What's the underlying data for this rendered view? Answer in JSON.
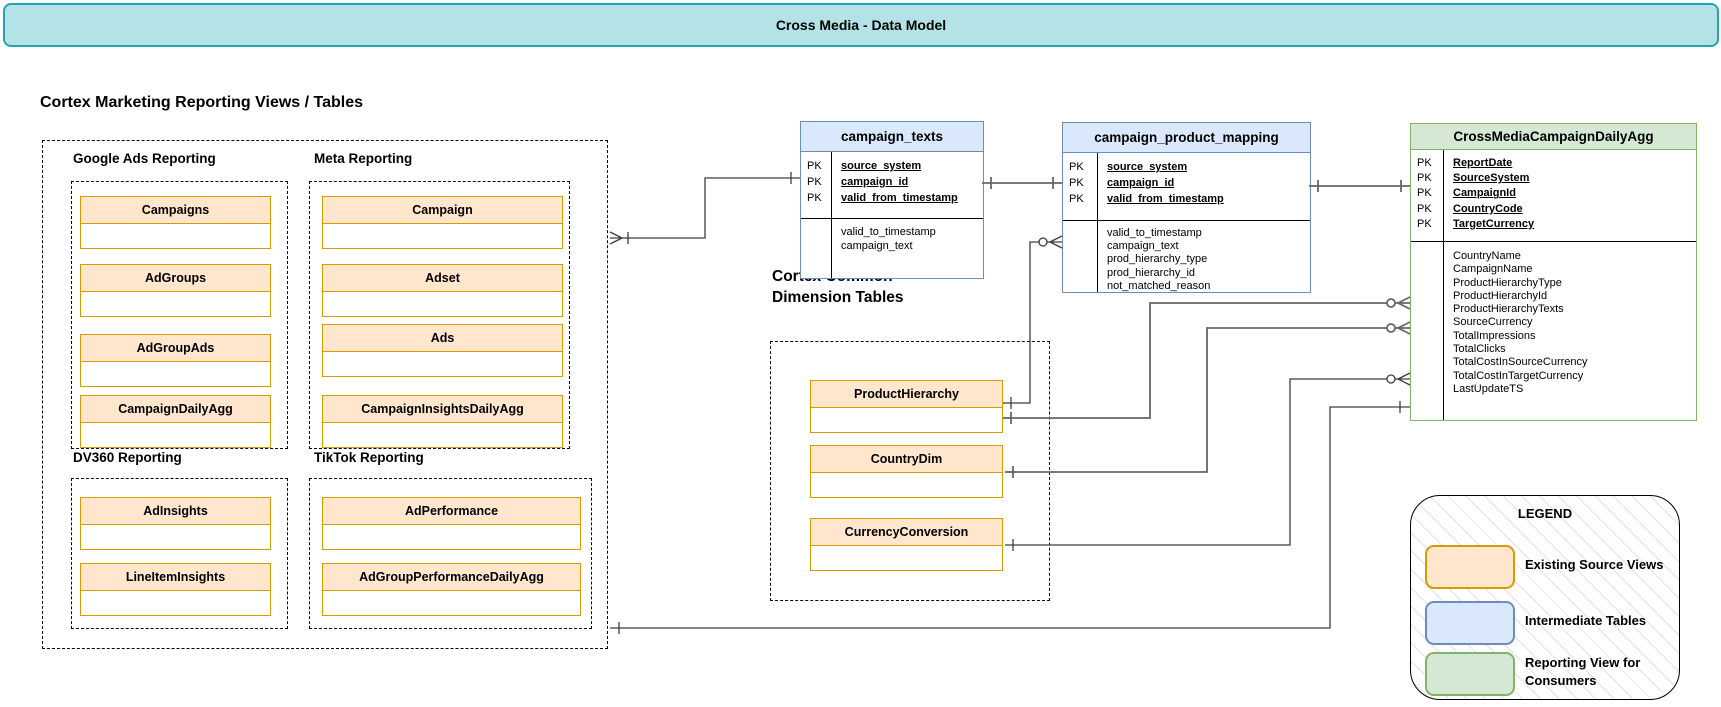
{
  "title_bar": {
    "title": "Cross Media - Data Model"
  },
  "headings": {
    "marketing": "Cortex Marketing Reporting Views / Tables",
    "dimension": "Cortex Common Dimension Tables"
  },
  "labels": {
    "pk": "PK"
  },
  "source_groups": [
    {
      "label": "Google Ads Reporting",
      "tables": [
        "Campaigns",
        "AdGroups",
        "AdGroupAds",
        "CampaignDailyAgg"
      ]
    },
    {
      "label": "Meta Reporting",
      "tables": [
        "Campaign",
        "Adset",
        "Ads",
        "CampaignInsightsDailyAgg"
      ]
    },
    {
      "label": "DV360 Reporting",
      "tables": [
        "AdInsights",
        "LineItemInsights"
      ]
    },
    {
      "label": "TikTok Reporting",
      "tables": [
        "AdPerformance",
        "AdGroupPerformanceDailyAgg"
      ]
    }
  ],
  "dimension_tables": [
    "ProductHierarchy",
    "CountryDim",
    "CurrencyConversion"
  ],
  "er_tables": {
    "campaign_texts": {
      "name": "campaign_texts",
      "pk_fields": [
        "source_system",
        "campaign_id",
        "valid_from_timestamp"
      ],
      "fields": [
        "valid_to_timestamp",
        "campaign_text"
      ]
    },
    "campaign_product_mapping": {
      "name": "campaign_product_mapping",
      "pk_fields": [
        "source_system",
        "campaign_id",
        "valid_from_timestamp"
      ],
      "fields": [
        "valid_to_timestamp",
        "campaign_text",
        "prod_hierarchy_type",
        "prod_hierarchy_id",
        "not_matched_reason"
      ]
    },
    "cross_media_campaign_daily_agg": {
      "name": "CrossMediaCampaignDailyAgg",
      "pk_fields": [
        "ReportDate",
        "SourceSystem",
        "CampaignId",
        "CountryCode",
        "TargetCurrency"
      ],
      "fields": [
        "CountryName",
        "CampaignName",
        "ProductHierarchyType",
        "ProductHierarchyId",
        "ProductHierarchyTexts",
        "SourceCurrency",
        "TotalImpressions",
        "TotalClicks",
        "TotalCostInSourceCurrency",
        "TotalCostInTargetCurrency",
        "LastUpdateTS"
      ]
    }
  },
  "legend": {
    "title": "LEGEND",
    "items": [
      {
        "label": "Existing Source Views",
        "fill": "#ffe6cc",
        "border": "#d79b00"
      },
      {
        "label": "Intermediate Tables",
        "fill": "#dae8fc",
        "border": "#6c8ebf"
      },
      {
        "label": "Reporting View for Consumers",
        "fill": "#d5e8d4",
        "border": "#82b366"
      }
    ]
  },
  "colors": {
    "title_fill": "#b3e3e6",
    "title_border": "#28a2ac",
    "existing_source_fill": "#ffe6cc",
    "existing_source_border": "#d79b00",
    "intermediate_fill": "#dae8fc",
    "intermediate_border": "#6c8ebf",
    "reporting_fill": "#d5e8d4",
    "reporting_border": "#82b366",
    "connector": "#4d4d4d"
  }
}
